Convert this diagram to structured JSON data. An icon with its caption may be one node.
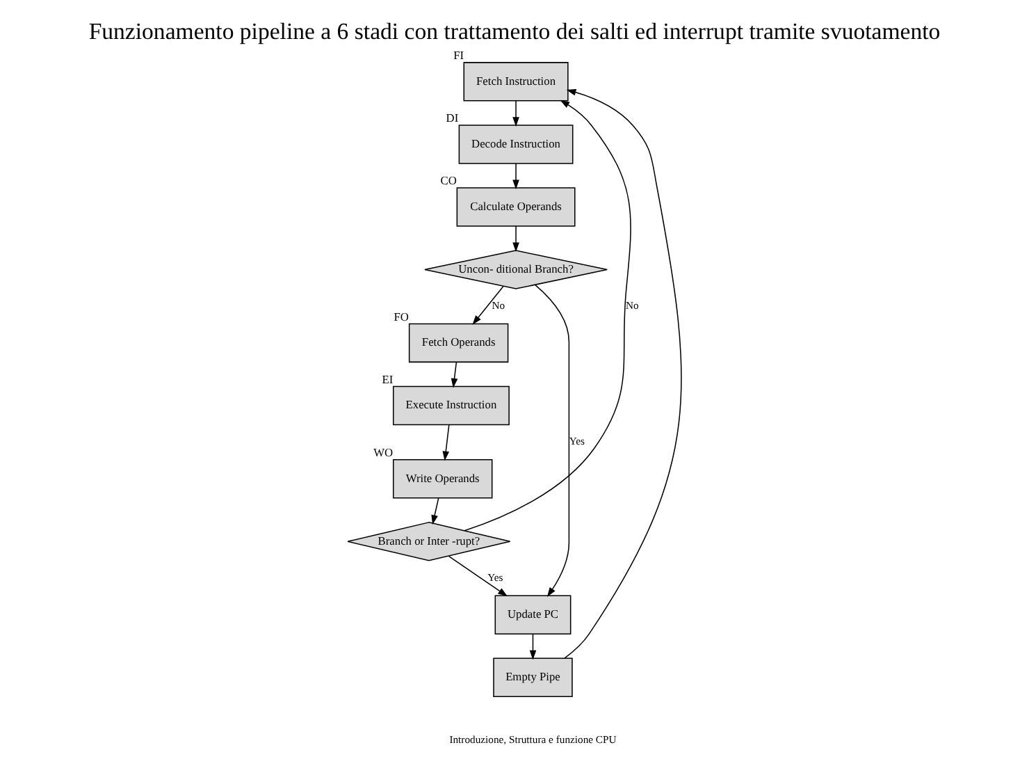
{
  "diagram": {
    "title": "Funzionamento pipeline a 6 stadi con trattamento dei salti ed interrupt tramite svuotamento",
    "nodes": [
      {
        "text": [
          "Fetch Instruction"
        ],
        "beside": [
          "FI"
        ]
      },
      {
        "text": [
          "Decode Instruction"
        ],
        "beside": [
          "DI"
        ]
      },
      {
        "text": [
          "Calculate Operands"
        ],
        "beside": [
          "CO"
        ]
      },
      {
        "text": [
          "Uncon- ditional Branch?"
        ]
      },
      {
        "text": [
          "Fetch Operands"
        ],
        "beside": [
          "FO"
        ]
      },
      {
        "text": [
          "Execute Instruction"
        ],
        "beside": [
          "EI"
        ]
      },
      {
        "text": [
          "Write Operands"
        ],
        "beside": [
          "WO"
        ]
      },
      {
        "text": [
          "Branch or Inter -rupt?"
        ]
      },
      {
        "text": [
          "Update PC"
        ]
      },
      {
        "text": [
          "Empty Pipe"
        ]
      }
    ],
    "edges": [
      {
        "from": 0,
        "to": 1,
        "arrow": "to"
      },
      {
        "from": 1,
        "to": 2,
        "arrow": "to"
      },
      {
        "from": 2,
        "to": 3,
        "arrow": "to"
      },
      {
        "from": 3,
        "to": 4,
        "arrow": "to",
        "label": "No"
      },
      {
        "from": 3,
        "to": 8,
        "arrow": "to",
        "label": "Yes"
      },
      {
        "from": 4,
        "to": 5,
        "arrow": "to"
      },
      {
        "from": 5,
        "to": 6,
        "arrow": "to"
      },
      {
        "from": 6,
        "to": 7,
        "arrow": "to"
      },
      {
        "from": 7,
        "to": 8,
        "arrow": "to",
        "label": "Yes"
      },
      {
        "from": 7,
        "to": 0,
        "arrow": "to",
        "label": "No"
      },
      {
        "from": 8,
        "to": 9,
        "arrow": "to"
      },
      {
        "from": 9,
        "to": 0,
        "arrow": "to"
      }
    ],
    "labels": [
      "Introduzione, Struttura e funzione CPU"
    ]
  }
}
